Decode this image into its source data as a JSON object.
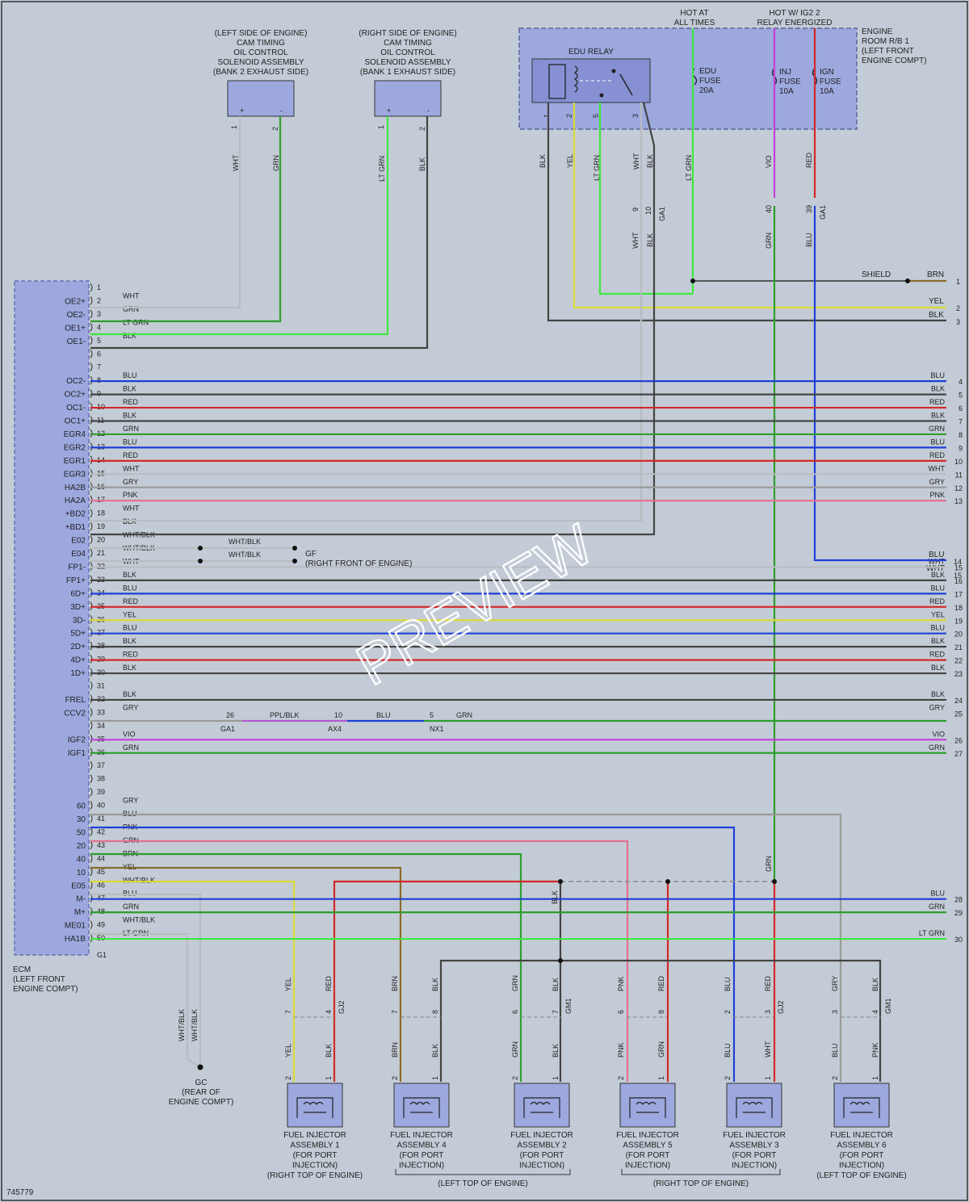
{
  "ecm": {
    "label_lines": [
      "ECM",
      "(LEFT FRONT",
      "ENGINE COMPT)"
    ],
    "signals": [
      {
        "pin": 2,
        "name": "OE2+"
      },
      {
        "pin": 3,
        "name": "OE2-"
      },
      {
        "pin": 4,
        "name": "OE1+"
      },
      {
        "pin": 5,
        "name": "OE1-"
      },
      {
        "pin": 8,
        "name": "OC2-"
      },
      {
        "pin": 9,
        "name": "OC2+"
      },
      {
        "pin": 10,
        "name": "OC1-"
      },
      {
        "pin": 11,
        "name": "OC1+"
      },
      {
        "pin": 12,
        "name": "EGR4"
      },
      {
        "pin": 13,
        "name": "EGR2"
      },
      {
        "pin": 14,
        "name": "EGR1"
      },
      {
        "pin": 15,
        "name": "EGR3"
      },
      {
        "pin": 16,
        "name": "HA2B"
      },
      {
        "pin": 17,
        "name": "HA2A"
      },
      {
        "pin": 18,
        "name": "+BD2"
      },
      {
        "pin": 19,
        "name": "+BD1"
      },
      {
        "pin": 20,
        "name": "E02"
      },
      {
        "pin": 21,
        "name": "E04"
      },
      {
        "pin": 22,
        "name": "FP1-"
      },
      {
        "pin": 23,
        "name": "FP1+"
      },
      {
        "pin": 24,
        "name": "6D+"
      },
      {
        "pin": 25,
        "name": "3D+"
      },
      {
        "pin": 26,
        "name": "3D-"
      },
      {
        "pin": 27,
        "name": "5D+"
      },
      {
        "pin": 28,
        "name": "2D+"
      },
      {
        "pin": 29,
        "name": "4D+"
      },
      {
        "pin": 30,
        "name": "1D+"
      },
      {
        "pin": 32,
        "name": "FREL"
      },
      {
        "pin": 33,
        "name": "CCV2"
      },
      {
        "pin": 35,
        "name": "IGF2"
      },
      {
        "pin": 36,
        "name": "IGF1"
      },
      {
        "pin": 40,
        "name": "60"
      },
      {
        "pin": 41,
        "name": "30"
      },
      {
        "pin": 42,
        "name": "50"
      },
      {
        "pin": 43,
        "name": "20"
      },
      {
        "pin": 44,
        "name": "40"
      },
      {
        "pin": 45,
        "name": "10"
      },
      {
        "pin": 46,
        "name": "E05"
      },
      {
        "pin": 47,
        "name": "M-"
      },
      {
        "pin": 48,
        "name": "M+"
      },
      {
        "pin": 49,
        "name": "ME01"
      },
      {
        "pin": 50,
        "name": "HA1B"
      }
    ]
  },
  "rows": [
    {
      "pin": 1,
      "wire": "",
      "color": "#000000",
      "right": ""
    },
    {
      "pin": 2,
      "wire": "WHT",
      "color": "#b8bcc0",
      "right": ""
    },
    {
      "pin": 3,
      "wire": "GRN",
      "color": "#2e9e2e",
      "right": ""
    },
    {
      "pin": 4,
      "wire": "LT GRN",
      "color": "#3ee83e",
      "right": ""
    },
    {
      "pin": 5,
      "wire": "BLK",
      "color": "#444444",
      "right": ""
    },
    {
      "pin": 6,
      "wire": "",
      "color": "#000000",
      "right": ""
    },
    {
      "pin": 7,
      "wire": "",
      "color": "#000000",
      "right": ""
    },
    {
      "pin": 8,
      "wire": "BLU",
      "color": "#1f3fd8",
      "right": "4"
    },
    {
      "pin": 9,
      "wire": "BLK",
      "color": "#444444",
      "right": "5"
    },
    {
      "pin": 10,
      "wire": "RED",
      "color": "#d42828",
      "right": "6"
    },
    {
      "pin": 11,
      "wire": "BLK",
      "color": "#444444",
      "right": "7"
    },
    {
      "pin": 12,
      "wire": "GRN",
      "color": "#2e9e2e",
      "right": "8"
    },
    {
      "pin": 13,
      "wire": "BLU",
      "color": "#1f3fd8",
      "right": "9"
    },
    {
      "pin": 14,
      "wire": "RED",
      "color": "#d42828",
      "right": "10"
    },
    {
      "pin": 15,
      "wire": "WHT",
      "color": "#b8bcc0",
      "right": "11"
    },
    {
      "pin": 16,
      "wire": "GRY",
      "color": "#9a9a9a",
      "right": "12"
    },
    {
      "pin": 17,
      "wire": "PNK",
      "color": "#e36f8e",
      "right": "13"
    },
    {
      "pin": 18,
      "wire": "WHT",
      "color": "#b8bcc0",
      "right": ""
    },
    {
      "pin": 19,
      "wire": "BLK",
      "color": "#444444",
      "right": ""
    },
    {
      "pin": 20,
      "wire": "WHT/BLK",
      "color": "#b8bcc0",
      "right": ""
    },
    {
      "pin": 21,
      "wire": "WHT/BLK",
      "color": "#b8bcc0",
      "right": ""
    },
    {
      "pin": 22,
      "wire": "WHT",
      "color": "#b8bcc0",
      "right": "15"
    },
    {
      "pin": 23,
      "wire": "BLK",
      "color": "#444444",
      "right": "16"
    },
    {
      "pin": 24,
      "wire": "BLU",
      "color": "#1f3fd8",
      "right": "17"
    },
    {
      "pin": 25,
      "wire": "RED",
      "color": "#d42828",
      "right": "18"
    },
    {
      "pin": 26,
      "wire": "YEL",
      "color": "#d9d93a",
      "right": "19"
    },
    {
      "pin": 27,
      "wire": "BLU",
      "color": "#1f3fd8",
      "right": "20"
    },
    {
      "pin": 28,
      "wire": "BLK",
      "color": "#444444",
      "right": "21"
    },
    {
      "pin": 29,
      "wire": "RED",
      "color": "#d42828",
      "right": "22"
    },
    {
      "pin": 30,
      "wire": "BLK",
      "color": "#444444",
      "right": "23"
    },
    {
      "pin": 31,
      "wire": "",
      "color": "#000000",
      "right": ""
    },
    {
      "pin": 32,
      "wire": "BLK",
      "color": "#444444",
      "right": "24"
    },
    {
      "pin": 33,
      "wire": "GRY",
      "color": "#9a9a9a",
      "right": "25"
    },
    {
      "pin": 34,
      "wire": "",
      "color": "#000000",
      "right": ""
    },
    {
      "pin": 35,
      "wire": "VIO",
      "color": "#c040d8",
      "right": "26"
    },
    {
      "pin": 36,
      "wire": "GRN",
      "color": "#2e9e2e",
      "right": "27"
    },
    {
      "pin": 37,
      "wire": "",
      "color": "#000000",
      "right": ""
    },
    {
      "pin": 38,
      "wire": "",
      "color": "#000000",
      "right": ""
    },
    {
      "pin": 39,
      "wire": "",
      "color": "#000000",
      "right": ""
    },
    {
      "pin": 40,
      "wire": "GRY",
      "color": "#9a9a9a",
      "right": ""
    },
    {
      "pin": 41,
      "wire": "BLU",
      "color": "#1f3fd8",
      "right": ""
    },
    {
      "pin": 42,
      "wire": "PNK",
      "color": "#e36f8e",
      "right": ""
    },
    {
      "pin": 43,
      "wire": "GRN",
      "color": "#2e9e2e",
      "right": ""
    },
    {
      "pin": 44,
      "wire": "BRN",
      "color": "#8a6a2a",
      "right": ""
    },
    {
      "pin": 45,
      "wire": "YEL",
      "color": "#d9d93a",
      "right": ""
    },
    {
      "pin": 46,
      "wire": "WHT/BLK",
      "color": "#b8bcc0",
      "right": ""
    },
    {
      "pin": 47,
      "wire": "BLU",
      "color": "#1f3fd8",
      "right": "28"
    },
    {
      "pin": 48,
      "wire": "GRN",
      "color": "#2e9e2e",
      "right": "29"
    },
    {
      "pin": 49,
      "wire": "WHT/BLK",
      "color": "#b8bcc0",
      "right": ""
    },
    {
      "pin": 50,
      "wire": "LT GRN",
      "color": "#3ee83e",
      "right": "30"
    }
  ],
  "right_top": [
    {
      "label": "SHIELD",
      "wire": "BRN",
      "num": "1"
    },
    {
      "wire": "YEL",
      "num": "2"
    },
    {
      "wire": "BLK",
      "num": "3"
    },
    {
      "wire": "BLU",
      "num": "14"
    },
    {
      "wire": "WHT",
      "num": "15"
    }
  ],
  "g1_label": "G1",
  "solenoids": [
    {
      "lines": [
        "(LEFT SIDE OF ENGINE)",
        "CAM TIMING",
        "OIL CONTROL",
        "SOLENOID ASSEMBLY",
        "(BANK 2 EXHAUST SIDE)"
      ],
      "w1": "WHT",
      "w2": "GRN",
      "p1": "1",
      "p2": "2",
      "plus": "+",
      "minus": "-"
    },
    {
      "lines": [
        "(RIGHT SIDE OF ENGINE)",
        "CAM TIMING",
        "OIL CONTROL",
        "SOLENOID ASSEMBLY",
        "(BANK 1 EXHAUST SIDE)"
      ],
      "w1": "LT GRN",
      "w2": "BLK",
      "p1": "1",
      "p2": "2",
      "plus": "+",
      "minus": "-"
    }
  ],
  "relay_box": {
    "title": [
      "ENGINE",
      "ROOM R/B 1",
      "(LEFT FRONT",
      "ENGINE COMPT)"
    ],
    "hot_all": [
      "HOT AT",
      "ALL TIMES"
    ],
    "hot_ig2": [
      "HOT W/ IG2 2",
      "RELAY ENERGIZED"
    ],
    "edu_relay": "EDU RELAY",
    "relay_pins": [
      "1",
      "2",
      "5",
      "3"
    ],
    "relay_wires": [
      "BLK",
      "YEL",
      "LT GRN",
      "WHT",
      "BLK",
      "LT GRN"
    ],
    "fuses": [
      {
        "lines": [
          "EDU",
          "FUSE",
          "20A"
        ]
      },
      {
        "lines": [
          "INJ",
          "FUSE",
          "10A"
        ],
        "wire": "VIO"
      },
      {
        "lines": [
          "IGN",
          "FUSE",
          "10A"
        ],
        "wire": "RED"
      }
    ],
    "ga1_top": {
      "p1": "9",
      "p2": "10",
      "name": "GA1",
      "w1": "WHT",
      "w2": "BLK"
    },
    "ga1_right": {
      "p1": "40",
      "p2": "39",
      "name": "GA1",
      "w1": "GRN",
      "w2": "BLU"
    }
  },
  "ground_gf": {
    "lines": [
      "GF",
      "(RIGHT FRONT OF ENGINE)"
    ],
    "w1": "WHT/BLK",
    "w2": "WHT/BLK"
  },
  "inline_33": {
    "c1": "26",
    "n1": "GA1",
    "w1": "PPL/BLK",
    "c2": "10",
    "n2": "AX4",
    "w2": "BLU",
    "c3": "5",
    "n3": "NX1",
    "w3": "GRN"
  },
  "ground_gc": {
    "lines": [
      "GC",
      "(REAR OF",
      "ENGINE COMPT)"
    ],
    "w1": "WHT/BLK",
    "w2": "WHT/BLK"
  },
  "trunk_wires": {
    "blk": "BLK",
    "grn": "GRN"
  },
  "injectors": [
    {
      "lines": [
        "FUEL INJECTOR",
        "ASSEMBLY 1",
        "(FOR PORT",
        "INJECTION)",
        "(RIGHT TOP OF ENGINE)"
      ],
      "top1": "YEL",
      "top2": "RED",
      "c1": "7",
      "c2": "4",
      "conn": "GJ2",
      "bot1": "YEL",
      "bot2": "BLK",
      "p1": "2",
      "p2": "1"
    },
    {
      "lines": [
        "FUEL INJECTOR",
        "ASSEMBLY 4",
        "(FOR PORT",
        "INJECTION)"
      ],
      "top1": "BRN",
      "top2": "BLK",
      "c1": "7",
      "c2": "8",
      "conn": "",
      "bot1": "BRN",
      "bot2": "BLK",
      "p1": "2",
      "p2": "1"
    },
    {
      "lines": [
        "FUEL INJECTOR",
        "ASSEMBLY 2",
        "(FOR PORT",
        "INJECTION)"
      ],
      "top1": "GRN",
      "top2": "BLK",
      "c1": "6",
      "c2": "7",
      "conn": "GM1",
      "bot1": "GRN",
      "bot2": "BLK",
      "p1": "2",
      "p2": "1"
    },
    {
      "lines": [
        "FUEL INJECTOR",
        "ASSEMBLY 5",
        "(FOR PORT",
        "INJECTION)"
      ],
      "top1": "PNK",
      "top2": "RED",
      "c1": "6",
      "c2": "8",
      "conn": "",
      "bot1": "PNK",
      "bot2": "GRN",
      "p1": "2",
      "p2": "1"
    },
    {
      "lines": [
        "FUEL INJECTOR",
        "ASSEMBLY 3",
        "(FOR PORT",
        "INJECTION)"
      ],
      "top1": "BLU",
      "top2": "RED",
      "c1": "2",
      "c2": "3",
      "conn": "GJ2",
      "bot1": "BLU",
      "bot2": "WHT",
      "p1": "2",
      "p2": "1"
    },
    {
      "lines": [
        "FUEL INJECTOR",
        "ASSEMBLY 6",
        "(FOR PORT",
        "INJECTION)",
        "(LEFT TOP OF ENGINE)"
      ],
      "top1": "GRY",
      "top2": "BLK",
      "c1": "3",
      "c2": "4",
      "conn": "GM1",
      "bot1": "BLU",
      "bot2": "PNK",
      "p1": "2",
      "p2": "1"
    }
  ],
  "brackets": [
    "(LEFT TOP OF ENGINE)",
    "(RIGHT TOP OF ENGINE)"
  ],
  "figure_id": "745779",
  "watermark": "PREVIEW",
  "colors": {
    "ecm_fill": "#9da8df",
    "background": "#c3ccd6"
  }
}
